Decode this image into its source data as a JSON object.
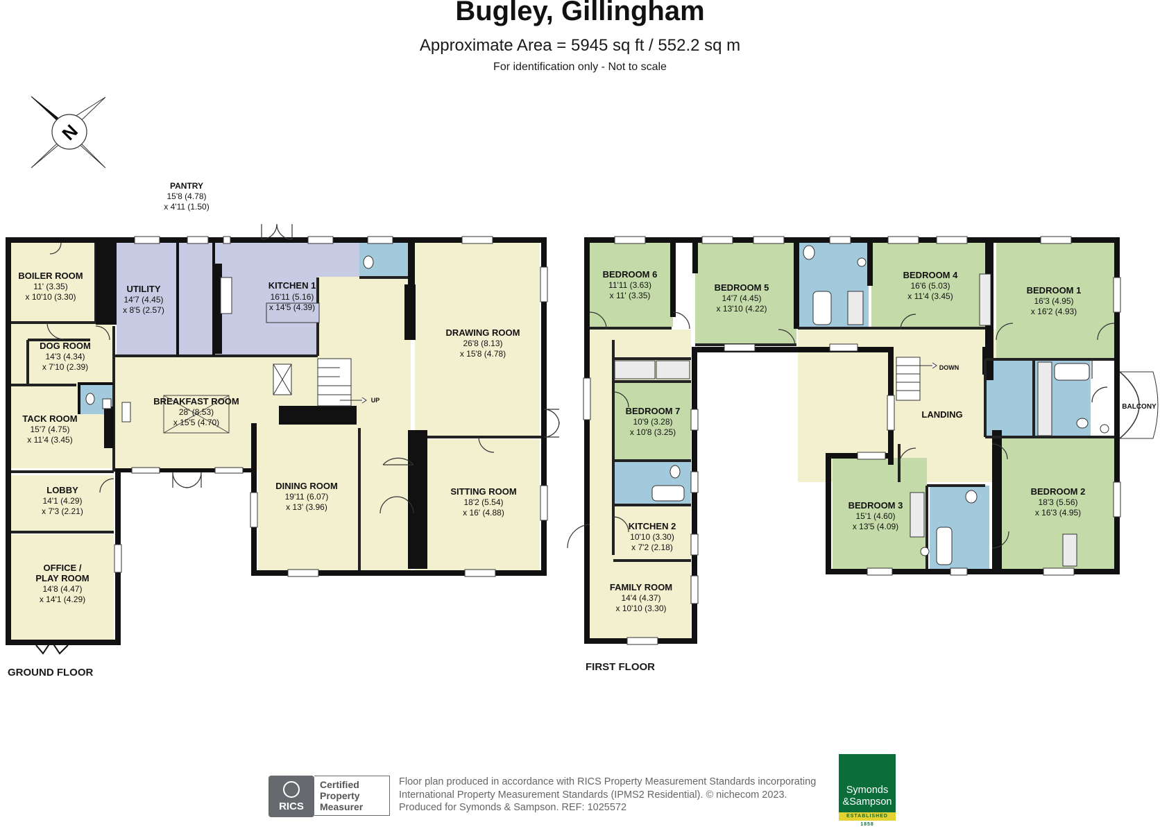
{
  "header": {
    "title": "Bugley, Gillingham",
    "area": "Approximate Area = 5945 sq ft / 552.2 sq m",
    "note": "For identification only - Not to scale"
  },
  "compass": {
    "letter": "N"
  },
  "floors": {
    "ground": "GROUND FLOOR",
    "first": "FIRST FLOOR"
  },
  "ground_rooms": {
    "boiler": {
      "name": "BOILER ROOM",
      "d1": "11' (3.35)",
      "d2": "x 10'10 (3.30)"
    },
    "utility": {
      "name": "UTILITY",
      "d1": "14'7 (4.45)",
      "d2": "x 8'5 (2.57)"
    },
    "pantry": {
      "name": "PANTRY",
      "d1": "15'8 (4.78)",
      "d2": "x 4'11 (1.50)"
    },
    "kitchen1": {
      "name": "KITCHEN 1",
      "d1": "16'11 (5.16)",
      "d2": "x 14'5 (4.39)"
    },
    "drawing": {
      "name": "DRAWING ROOM",
      "d1": "26'8 (8.13)",
      "d2": "x 15'8 (4.78)"
    },
    "dog": {
      "name": "DOG ROOM",
      "d1": "14'3 (4.34)",
      "d2": "x 7'10 (2.39)"
    },
    "tack": {
      "name": "TACK ROOM",
      "d1": "15'7 (4.75)",
      "d2": "x 11'4 (3.45)"
    },
    "breakfast": {
      "name": "BREAKFAST ROOM",
      "d1": "28' (8.53)",
      "d2": "x 15'5 (4.70)"
    },
    "lobby": {
      "name": "LOBBY",
      "d1": "14'1 (4.29)",
      "d2": "x 7'3 (2.21)"
    },
    "office": {
      "name": "OFFICE /",
      "name2": "PLAY ROOM",
      "d1": "14'8 (4.47)",
      "d2": "x 14'1 (4.29)"
    },
    "dining": {
      "name": "DINING ROOM",
      "d1": "19'11 (6.07)",
      "d2": "x 13' (3.96)"
    },
    "sitting": {
      "name": "SITTING ROOM",
      "d1": "18'2 (5.54)",
      "d2": "x 16' (4.88)"
    },
    "up": "UP"
  },
  "first_rooms": {
    "bed6": {
      "name": "BEDROOM 6",
      "d1": "11'11 (3.63)",
      "d2": "x 11' (3.35)"
    },
    "bed5": {
      "name": "BEDROOM 5",
      "d1": "14'7 (4.45)",
      "d2": "x 13'10 (4.22)"
    },
    "bed4": {
      "name": "BEDROOM 4",
      "d1": "16'6 (5.03)",
      "d2": "x 11'4 (3.45)"
    },
    "bed1": {
      "name": "BEDROOM 1",
      "d1": "16'3 (4.95)",
      "d2": "x 16'2 (4.93)"
    },
    "bed7": {
      "name": "BEDROOM 7",
      "d1": "10'9 (3.28)",
      "d2": "x 10'8 (3.25)"
    },
    "landing": {
      "name": "LANDING"
    },
    "balcony": {
      "name": "BALCONY"
    },
    "kitchen2": {
      "name": "KITCHEN 2",
      "d1": "10'10 (3.30)",
      "d2": "x 7'2 (2.18)"
    },
    "bed3": {
      "name": "BEDROOM 3",
      "d1": "15'1 (4.60)",
      "d2": "x 13'5 (4.09)"
    },
    "bed2": {
      "name": "BEDROOM 2",
      "d1": "18'3 (5.56)",
      "d2": "x 16'3 (4.95)"
    },
    "family": {
      "name": "FAMILY ROOM",
      "d1": "14'4 (4.37)",
      "d2": "x 10'10 (3.30)"
    },
    "down": "DOWN"
  },
  "footer": {
    "line1": "Floor plan produced in accordance with RICS Property Measurement Standards incorporating",
    "line2": "International Property Measurement Standards (IPMS2 Residential).   © nichecom 2023.",
    "line3": "Produced for Symonds & Sampson.   REF:  1025572",
    "rics": "RICS",
    "cert1": "Certified",
    "cert2": "Property",
    "cert3": "Measurer",
    "brand1": "Symonds",
    "brand2": "&Sampson",
    "established": "ESTABLISHED 1858"
  },
  "colors": {
    "reception": "#f3f0d0",
    "service": "#c8cbe4",
    "bedroom": "#c4dba9",
    "bathroom": "#a3c9dc",
    "wall": "#111111"
  }
}
